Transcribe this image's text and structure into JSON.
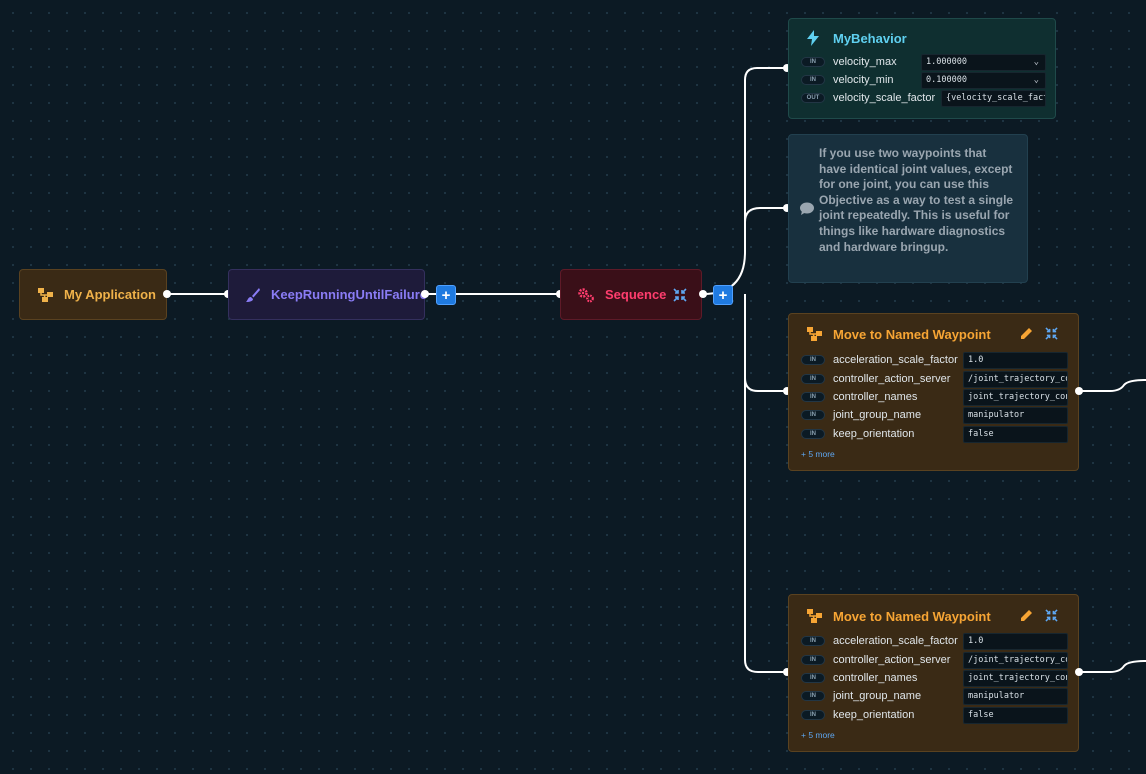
{
  "colors": {
    "background": "#0c1a24",
    "edge": "#ffffff",
    "plus_button": "#1f7ae0",
    "app_text": "#f0b24a",
    "keep_running_text": "#8a7cf5",
    "sequence_text": "#ff3d6e",
    "behavior_text": "#5fd0f0",
    "waypoint_text": "#f7a534",
    "comment_text": "#9aa6b0"
  },
  "nodes": {
    "app": {
      "label": "My Application",
      "icon": "tree-icon"
    },
    "keep_running": {
      "label": "KeepRunningUntilFailure",
      "icon": "brush-icon"
    },
    "sequence": {
      "label": "Sequence",
      "icon": "gears-icon"
    },
    "my_behavior": {
      "title": "MyBehavior",
      "icon": "lightning-icon",
      "ports": [
        {
          "dir": "IN",
          "name": "velocity_max",
          "value": "1.000000"
        },
        {
          "dir": "IN",
          "name": "velocity_min",
          "value": "0.100000"
        },
        {
          "dir": "OUT",
          "name": "velocity_scale_factor",
          "value": "{velocity_scale_factor}"
        }
      ]
    },
    "comment": {
      "text": "If you use two waypoints that have identical joint values, except for one joint, you can use this Objective as a way to test a single joint repeatedly. This is useful for things like hardware diagnostics and hardware bringup.",
      "icon": "comment-icon"
    },
    "waypoint1": {
      "title": "Move to Named Waypoint",
      "icon": "tree-icon",
      "ports": [
        {
          "dir": "IN",
          "name": "acceleration_scale_factor",
          "value": "1.0"
        },
        {
          "dir": "IN",
          "name": "controller_action_server",
          "value": "/joint_trajectory_controller/follow_joint_trajectory"
        },
        {
          "dir": "IN",
          "name": "controller_names",
          "value": "joint_trajectory_controller"
        },
        {
          "dir": "IN",
          "name": "joint_group_name",
          "value": "manipulator"
        },
        {
          "dir": "IN",
          "name": "keep_orientation",
          "value": "false"
        }
      ],
      "more": "+ 5 more"
    },
    "waypoint2": {
      "title": "Move to Named Waypoint",
      "icon": "tree-icon",
      "ports": [
        {
          "dir": "IN",
          "name": "acceleration_scale_factor",
          "value": "1.0"
        },
        {
          "dir": "IN",
          "name": "controller_action_server",
          "value": "/joint_trajectory_controller/follow_joint_trajectory"
        },
        {
          "dir": "IN",
          "name": "controller_names",
          "value": "joint_trajectory_controller"
        },
        {
          "dir": "IN",
          "name": "joint_group_name",
          "value": "manipulator"
        },
        {
          "dir": "IN",
          "name": "keep_orientation",
          "value": "false"
        }
      ],
      "more": "+ 5 more"
    }
  },
  "buttons": {
    "add_symbol": "+"
  }
}
